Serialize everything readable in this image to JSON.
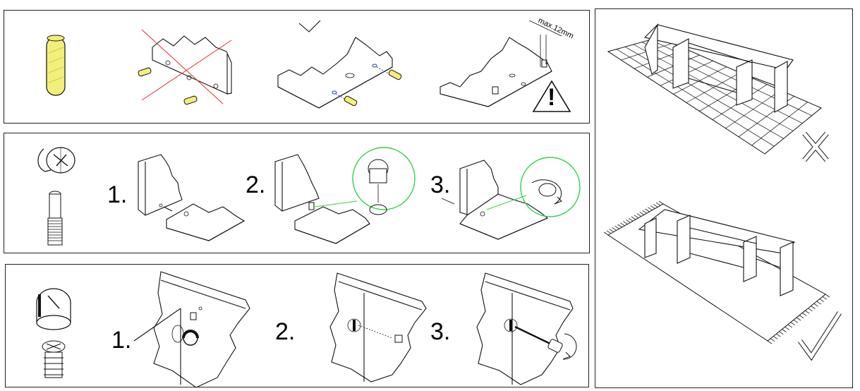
{
  "row1": {
    "measure_label": "max.12mm",
    "warning_symbol": "!"
  },
  "row2": {
    "steps": [
      {
        "label": "1."
      },
      {
        "label": "2."
      },
      {
        "label": "3."
      }
    ]
  },
  "row3": {
    "steps": [
      {
        "label": "1."
      },
      {
        "label": "2."
      },
      {
        "label": "3."
      }
    ]
  },
  "colors": {
    "line": "#111111",
    "dowel_yellow": "#f4ee7a",
    "wrong_red": "#e23030",
    "callout_green": "#34d24c",
    "screw_blue": "#2b3fd0"
  }
}
